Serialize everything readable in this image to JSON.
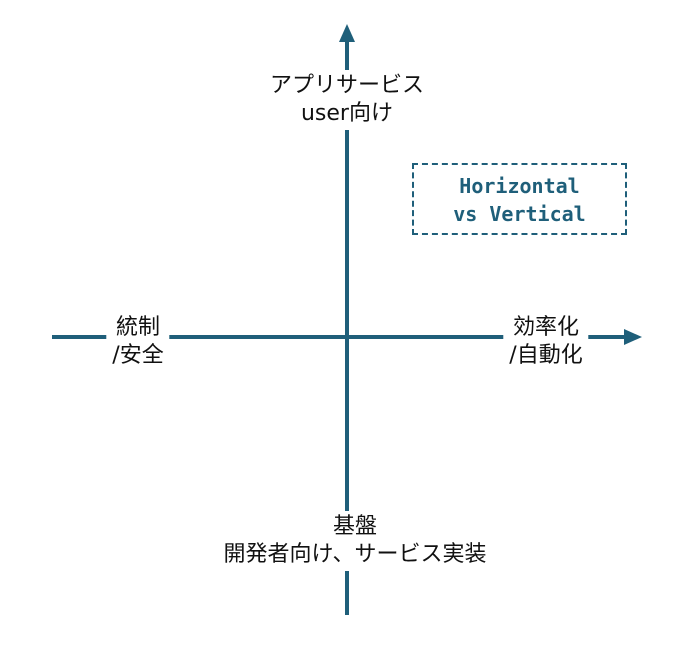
{
  "diagram": {
    "axis_color": "#1f5f7a",
    "top": {
      "line1": "アプリサービス",
      "line2": "user向け"
    },
    "bottom": {
      "line1": "基盤",
      "line2": "開発者向け、サービス実装"
    },
    "left": {
      "line1": "統制",
      "line2": "/安全"
    },
    "right": {
      "line1": "効率化",
      "line2": "/自動化"
    },
    "note": {
      "line1": "Horizontal",
      "line2": "vs Vertical"
    }
  }
}
